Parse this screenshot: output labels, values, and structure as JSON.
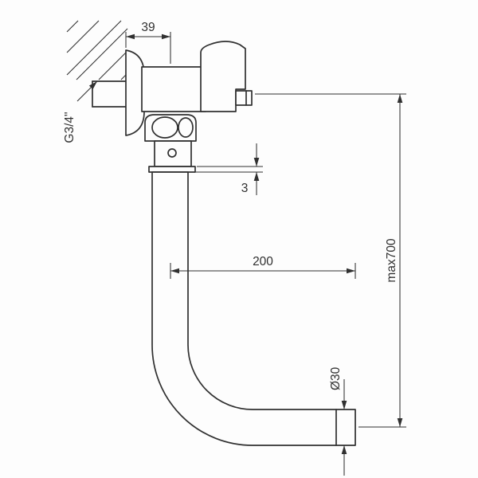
{
  "drawing": {
    "labels": {
      "top_offset": "39",
      "thread_size": "G3/4\"",
      "plate_thickness": "3",
      "horizontal_reach": "200",
      "max_height": "max700",
      "outlet_diameter": "Ø30"
    },
    "colors": {
      "line": "#303030",
      "background": "#fdfdfd"
    }
  }
}
